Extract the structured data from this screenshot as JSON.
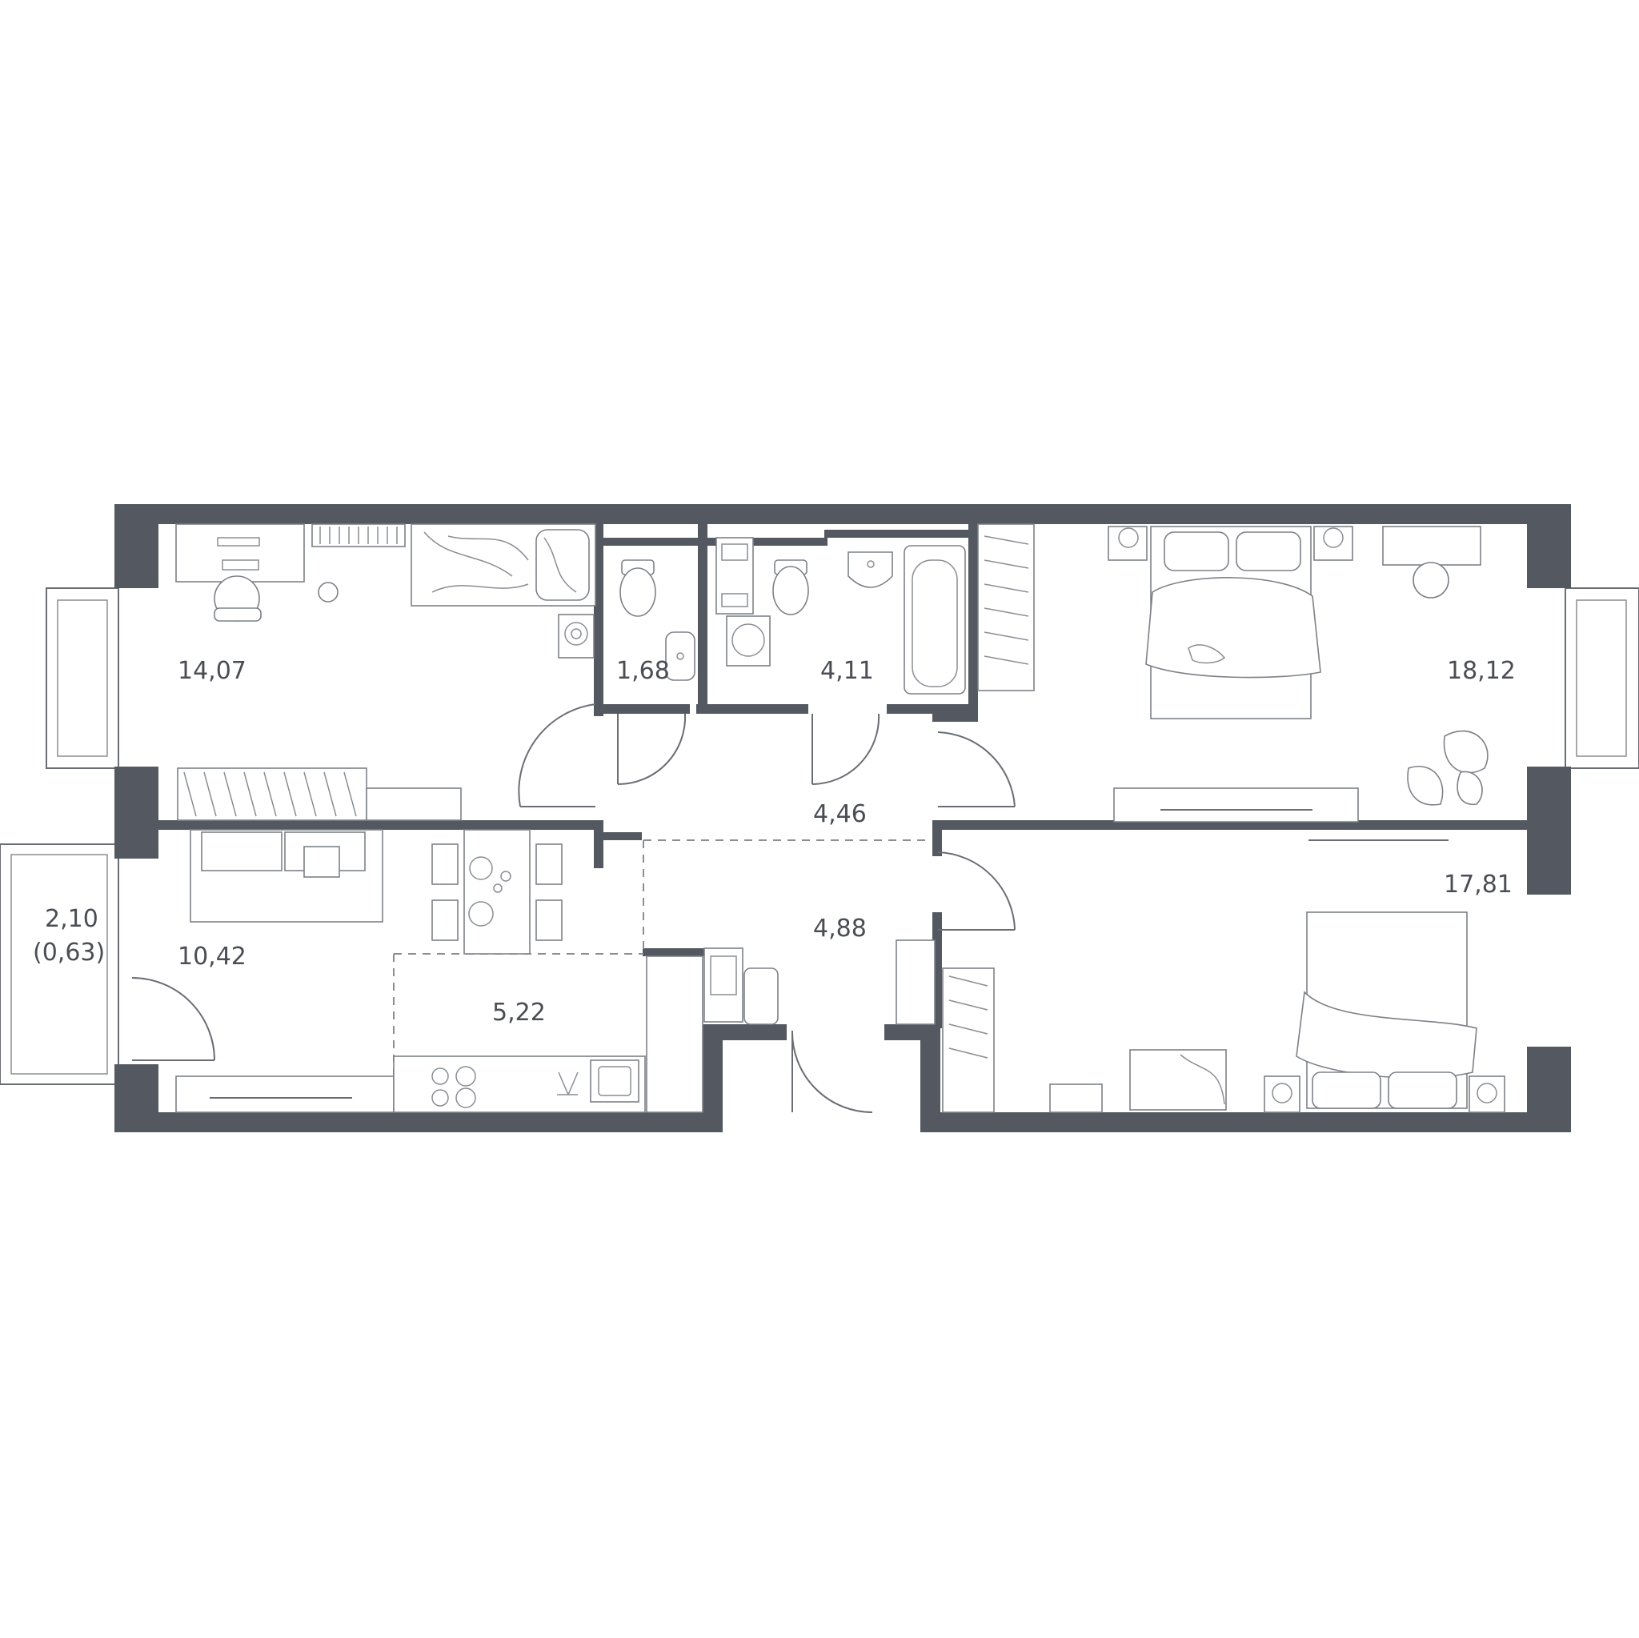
{
  "rooms": [
    {
      "id": "bedroom-left",
      "area": "14,07"
    },
    {
      "id": "wc",
      "area": "1,68"
    },
    {
      "id": "bathroom",
      "area": "4,11"
    },
    {
      "id": "bedroom-right-top",
      "area": "18,12"
    },
    {
      "id": "hall",
      "area": "4,46"
    },
    {
      "id": "corridor",
      "area": "4,88"
    },
    {
      "id": "living",
      "area": "10,42"
    },
    {
      "id": "kitchen",
      "area": "5,22"
    },
    {
      "id": "bedroom-right-bottom",
      "area": "17,81"
    },
    {
      "id": "balcony",
      "area": "2,10",
      "note": "(0,63)"
    }
  ],
  "colors": {
    "wall": "#545860",
    "line": "#6a6d73",
    "text": "#4a4d53",
    "background": "#ffffff"
  },
  "icons": [
    "plant-icon",
    "cat-icon",
    "football-icon",
    "desk-lamp-icon",
    "stove-icon",
    "sink-icon",
    "toilet-icon",
    "bathtub-icon",
    "washing-machine-icon"
  ]
}
